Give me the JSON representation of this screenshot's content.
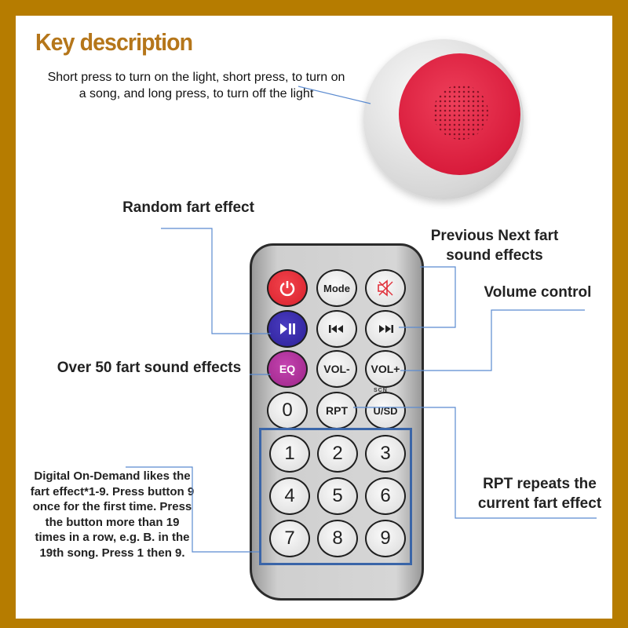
{
  "title": "Key description",
  "speaker_description": "Short press to turn on the light, short press, to turn on a song, and long press, to turn off the light",
  "labels": {
    "random": "Random fart effect",
    "prev_next": "Previous Next fart sound effects",
    "volume": "Volume control",
    "over50": "Over 50 fart sound effects",
    "rpt": "RPT repeats the current fart effect",
    "digital": "Digital On-Demand likes the fart effect*1-9. Press button 9 once for the first time. Press the button more than 19 times in a row, e.g. B. in the 19th song. Press 1 then 9."
  },
  "remote": {
    "power_icon": "power-icon",
    "mode": "Mode",
    "mute_icon": "mute-icon",
    "play_pause_icon": "play-pause-icon",
    "prev_icon": "previous-icon",
    "next_icon": "next-icon",
    "eq": "EQ",
    "vol_minus": "VOL-",
    "vol_plus": "VOL+",
    "zero": "0",
    "rpt": "RPT",
    "usd": "U/SD",
    "scn": "SCN",
    "numbers": [
      "1",
      "2",
      "3",
      "4",
      "5",
      "6",
      "7",
      "8",
      "9"
    ]
  },
  "colors": {
    "frame": "#b67c00",
    "title": "#b5761a",
    "line": "#5b8bd0",
    "power": "#e02a36",
    "play": "#3b2ca8",
    "eq": "#b0309a"
  }
}
